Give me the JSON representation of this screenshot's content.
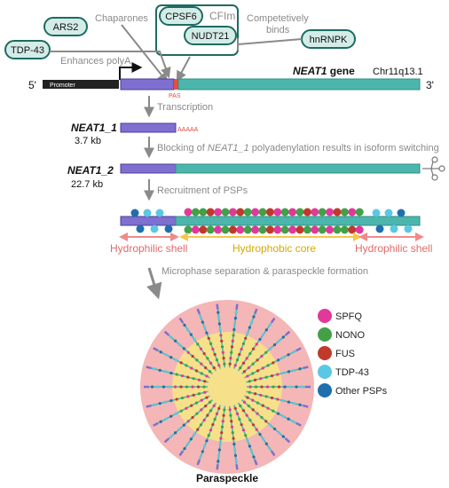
{
  "factors": {
    "ars2": "ARS2",
    "chaparones": "Chaparones",
    "cpsf6": "CPSF6",
    "cfim": "CFIm",
    "nudt21": "NUDT21",
    "competitively_binds": "Competetively\nbinds",
    "hnrnpk": "hnRNPK",
    "tdp43": "TDP-43",
    "enhances_polya": "Enhances polyA"
  },
  "gene": {
    "five_prime": "5'",
    "three_prime": "3'",
    "promoter": "Promoter",
    "pas": "PAS",
    "name": "NEAT1 gene",
    "locus": "Chr11q13.1"
  },
  "steps": {
    "transcription": "Transcription",
    "blocking_pre": "Blocking of ",
    "blocking_italic": "NEAT1_1",
    "blocking_post": " polyadenylation results in isoform switching",
    "recruitment": "Recruitment of PSPs",
    "microphase": "Microphase separation & paraspeckle formation"
  },
  "isoforms": {
    "neat1_1": "NEAT1_1",
    "neat1_1_size": "3.7 kb",
    "polya_tail": "AAAAA",
    "neat1_2": "NEAT1_2",
    "neat1_2_size": "22.7 kb"
  },
  "domains": {
    "shell_left": "Hydrophilic shell",
    "core": "Hydrophobic core",
    "shell_right": "Hydrophilic shell"
  },
  "legend": [
    {
      "label": "SPFQ",
      "color": "#e0399a"
    },
    {
      "label": "NONO",
      "color": "#43a047"
    },
    {
      "label": "FUS",
      "color": "#c0392b"
    },
    {
      "label": "TDP-43",
      "color": "#5bc8e3"
    },
    {
      "label": "Other PSPs",
      "color": "#1f6fae"
    }
  ],
  "paraspeckle_title": "Paraspeckle",
  "colors": {
    "teal_dark": "#1e6b62",
    "teal_fill": "#d4ece7",
    "rna_teal": "#4db6ac",
    "rna_purple": "#7e6fd0",
    "gray_text": "#8a8a8a",
    "shell_pink": "#f4b6b6",
    "core_yellow": "#f6e08a",
    "arrow_pink": "#f08a8a",
    "arrow_yellow": "#f2c94c"
  }
}
